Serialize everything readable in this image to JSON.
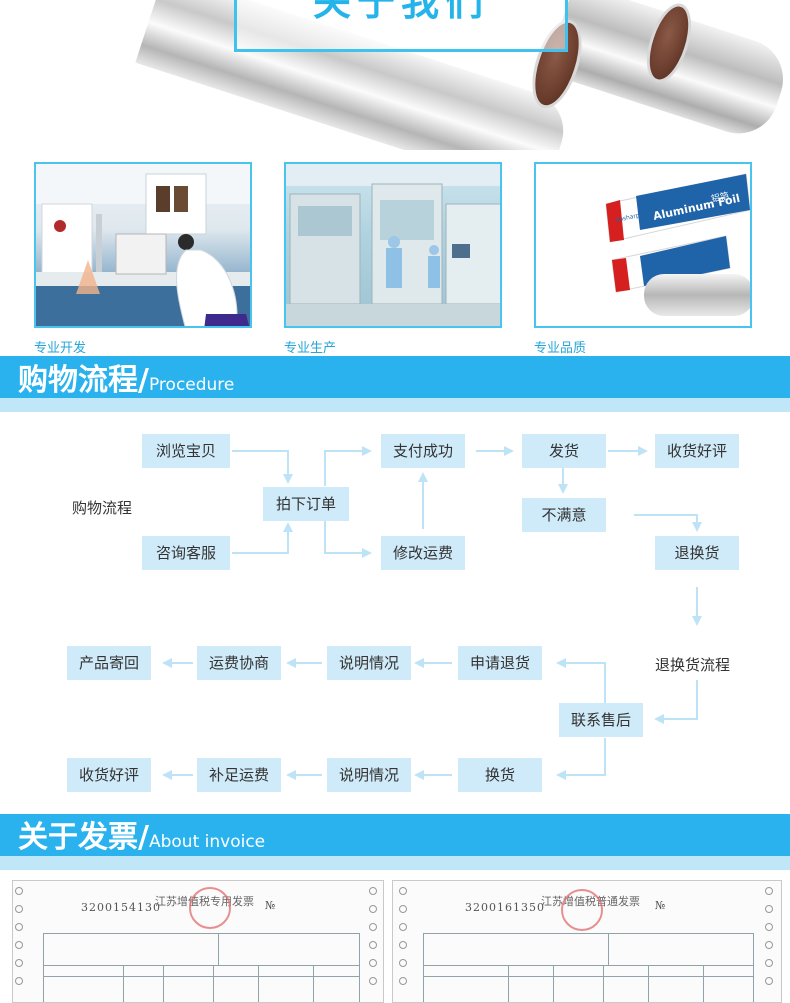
{
  "banner": {
    "title": "关于我们"
  },
  "photos": [
    {
      "caption": "专业开发"
    },
    {
      "caption": "专业生产"
    },
    {
      "caption": "专业品质"
    }
  ],
  "product": {
    "brand": "bosharp",
    "name_en": "Aluminum Foil",
    "name_cn": "铝箔"
  },
  "procedure": {
    "title": "购物流程/",
    "subtitle": "Procedure"
  },
  "flow": {
    "label_shopping": "购物流程",
    "label_return": "退换货流程",
    "browse": "浏览宝贝",
    "consult": "咨询客服",
    "order": "拍下订单",
    "pay": "支付成功",
    "modify": "修改运费",
    "ship": "发货",
    "receive_review": "收货好评",
    "unsatisfied": "不满意",
    "return": "退换货",
    "after_sales": "联系售后",
    "apply_refund": "申请退货",
    "explain_1": "说明情况",
    "negotiate_freight": "运费协商",
    "send_back": "产品寄回",
    "exchange": "换货",
    "explain_2": "说明情况",
    "add_freight": "补足运费",
    "receive_review_2": "收货好评"
  },
  "invoice": {
    "title": "关于发票/",
    "subtitle": "About invoice",
    "left_number": "3200154130",
    "left_title": "江苏增值税专用发票",
    "left_no_mark": "№",
    "right_number": "3200161350",
    "right_title": "江苏增值税普通发票",
    "right_no_mark": "№"
  }
}
